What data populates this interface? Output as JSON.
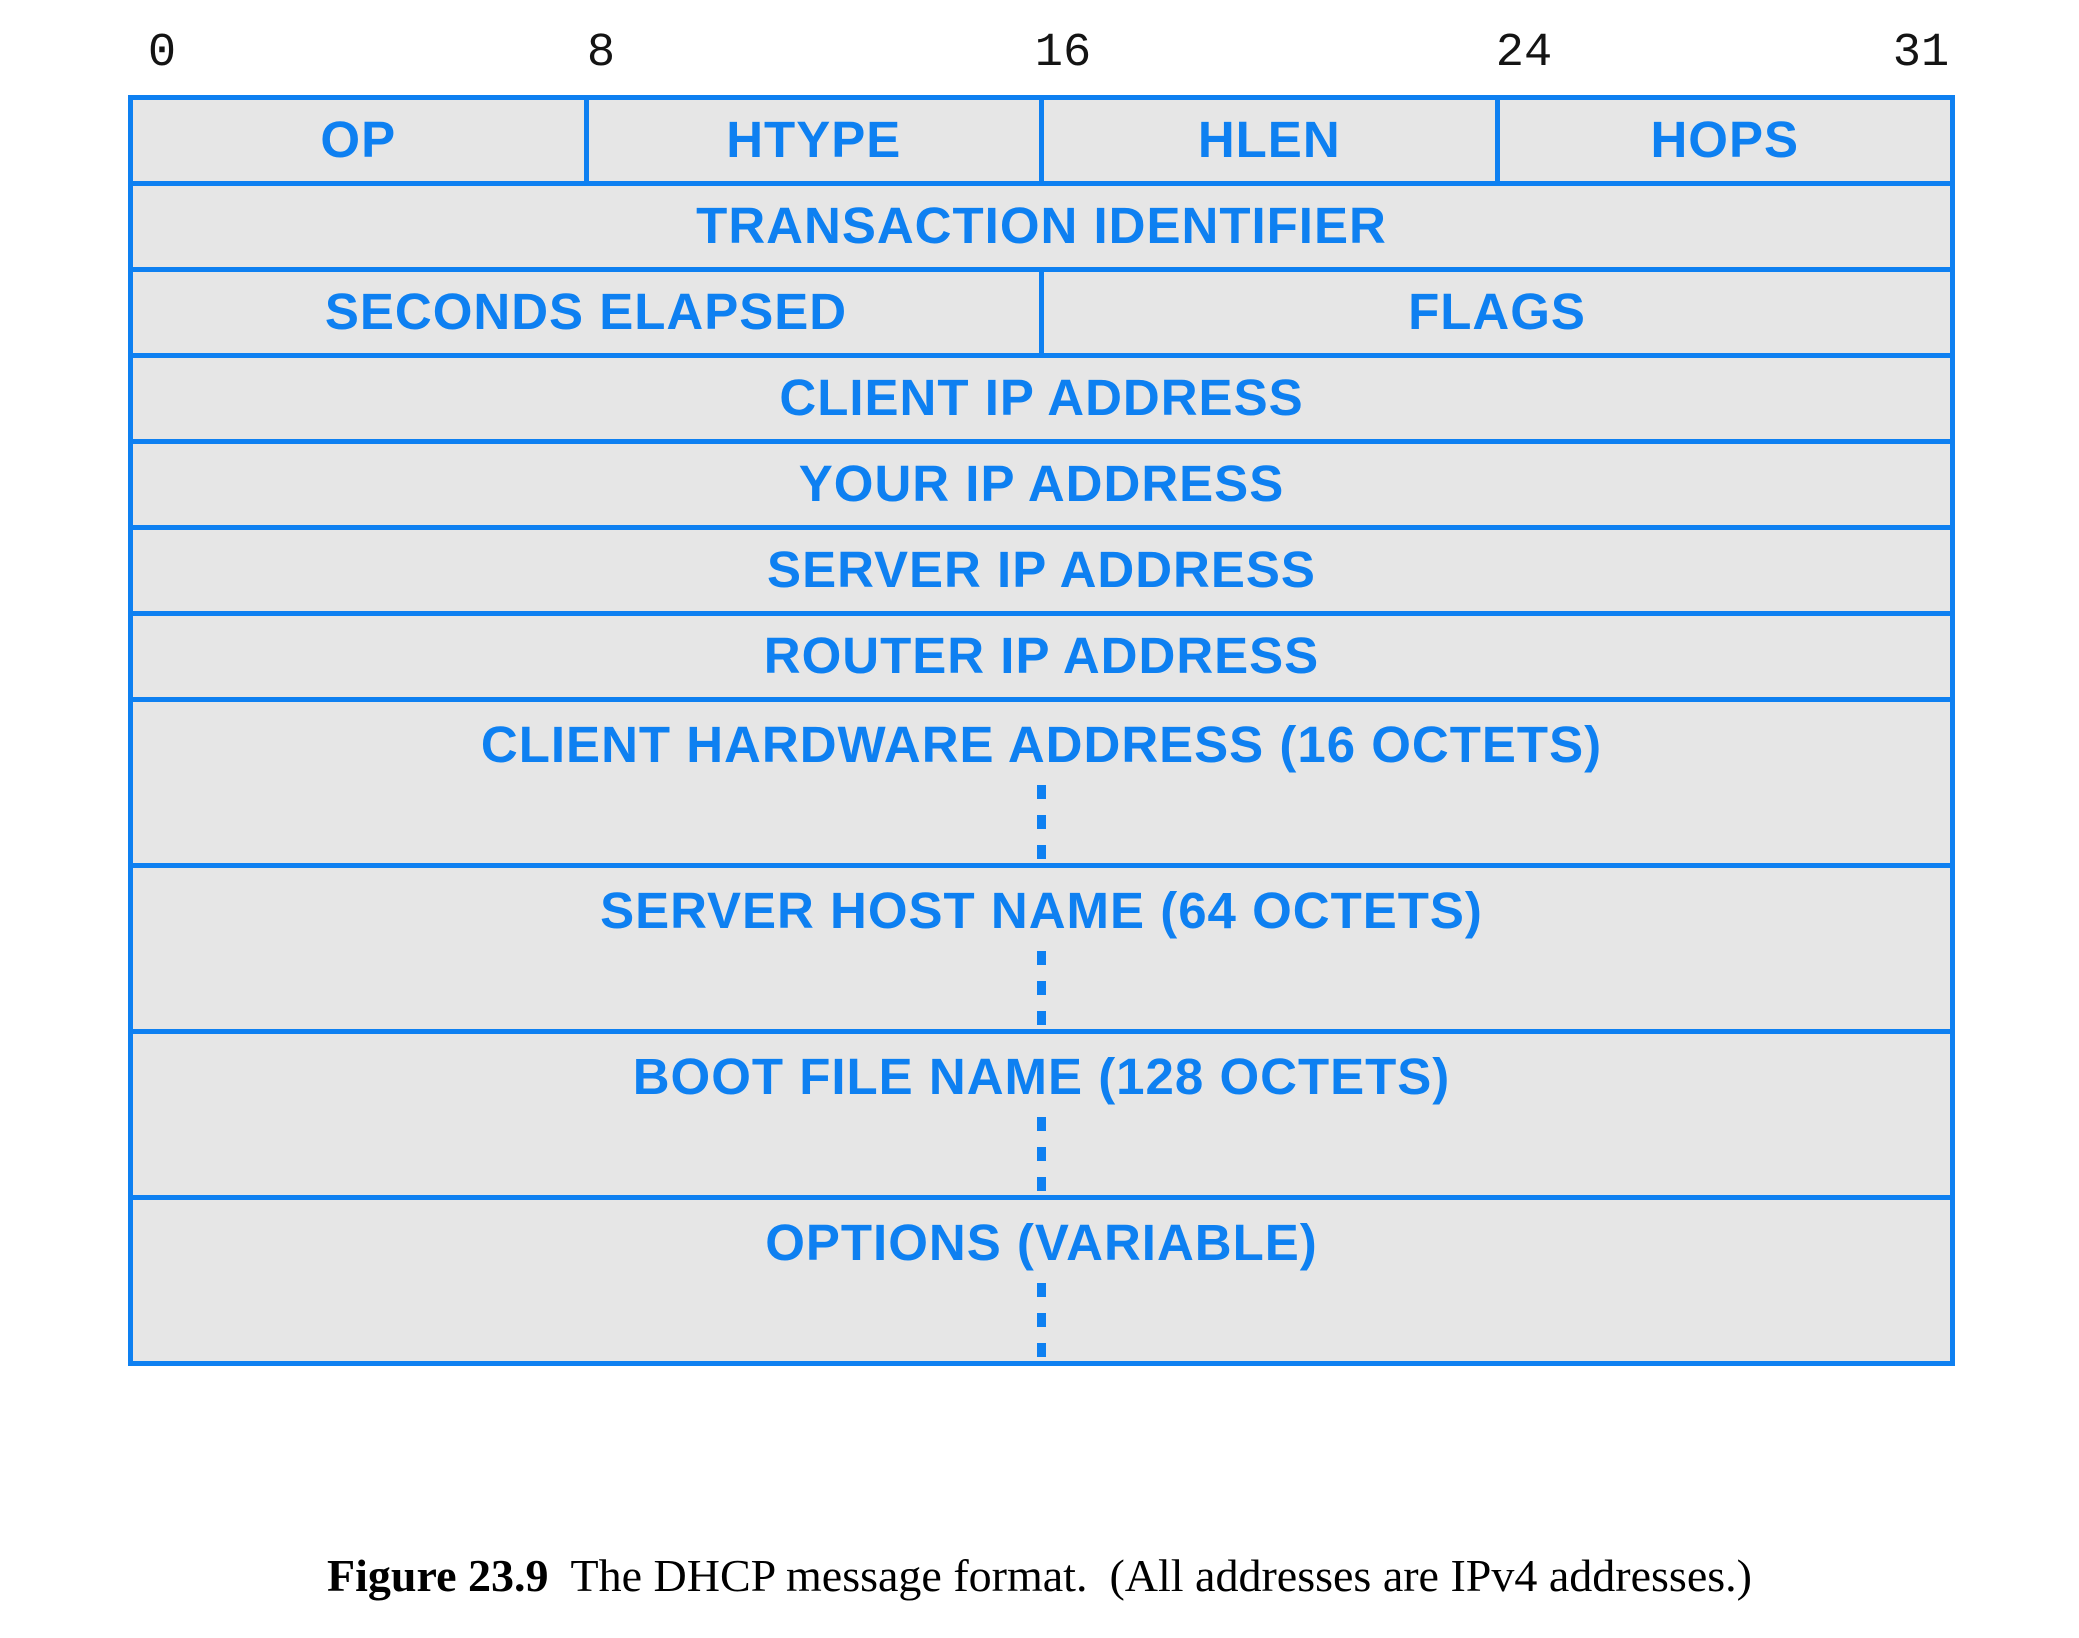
{
  "colors": {
    "accent_blue": "#0e80f1",
    "cell_fill": "#e6e6e6",
    "ruler_text": "#141414",
    "caption_text": "#000000"
  },
  "bit_scale": {
    "labels": [
      "0",
      "8",
      "16",
      "24",
      "31"
    ]
  },
  "packet": {
    "rows": [
      {
        "cells": [
          {
            "label": "OP"
          },
          {
            "label": "HTYPE"
          },
          {
            "label": "HLEN"
          },
          {
            "label": "HOPS"
          }
        ]
      },
      {
        "cells": [
          {
            "label": "TRANSACTION IDENTIFIER"
          }
        ]
      },
      {
        "cells": [
          {
            "label": "SECONDS ELAPSED"
          },
          {
            "label": "FLAGS"
          }
        ]
      },
      {
        "cells": [
          {
            "label": "CLIENT IP ADDRESS"
          }
        ]
      },
      {
        "cells": [
          {
            "label": "YOUR IP ADDRESS"
          }
        ]
      },
      {
        "cells": [
          {
            "label": "SERVER IP ADDRESS"
          }
        ]
      },
      {
        "cells": [
          {
            "label": "ROUTER IP ADDRESS"
          }
        ]
      },
      {
        "cells": [
          {
            "label": "CLIENT HARDWARE ADDRESS (16 OCTETS)",
            "continuation_dots": 3
          }
        ]
      },
      {
        "cells": [
          {
            "label": "SERVER HOST NAME (64 OCTETS)",
            "continuation_dots": 3
          }
        ]
      },
      {
        "cells": [
          {
            "label": "BOOT FILE NAME (128 OCTETS)",
            "continuation_dots": 3
          }
        ]
      },
      {
        "cells": [
          {
            "label": "OPTIONS (VARIABLE)",
            "continuation_dots": 3
          }
        ]
      }
    ]
  },
  "caption": {
    "figure_label": "Figure 23.9",
    "text": "The DHCP message format.",
    "note": "(All addresses are IPv4 addresses.)"
  }
}
